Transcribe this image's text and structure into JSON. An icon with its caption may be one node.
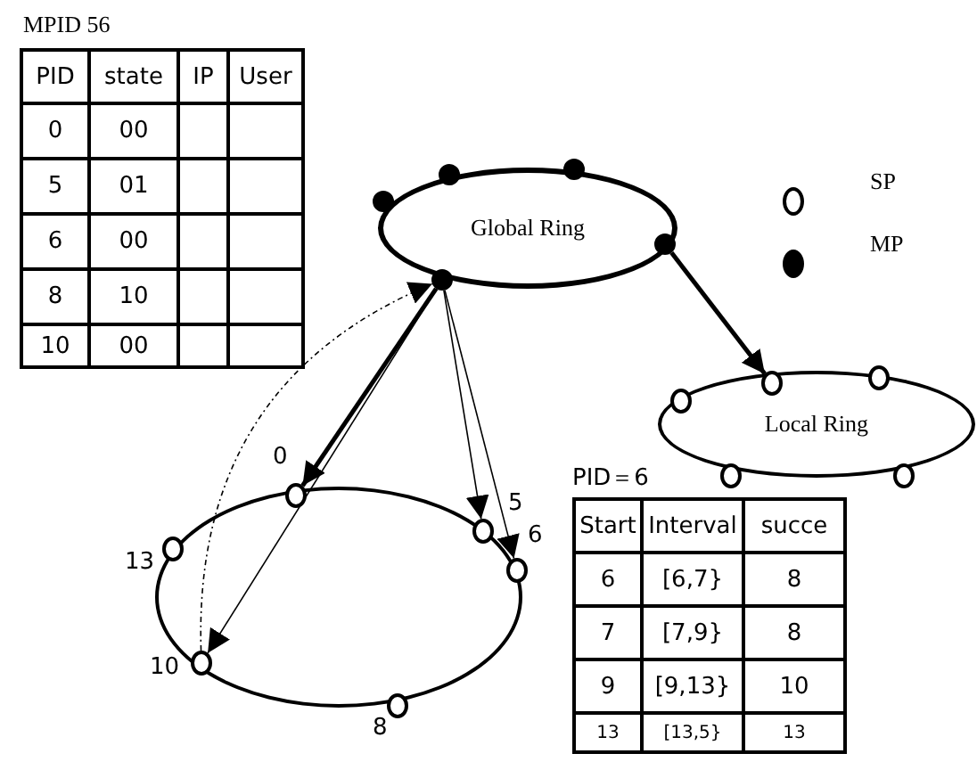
{
  "diagram": {
    "nodes": [
      {
        "text": [
          "Global Ring"
        ]
      },
      {
        "text": [],
        "shape": "circle",
        "in": 0
      },
      {
        "text": [],
        "shape": "circle",
        "in": 0
      },
      {
        "text": [],
        "shape": "circle",
        "in": 0
      },
      {
        "text": [],
        "shape": "circle",
        "in": 0
      },
      {
        "text": [],
        "shape": "circle",
        "in": 0
      },
      {
        "text": [
          "Local Ring"
        ]
      },
      {
        "text": [],
        "shape": "circle",
        "in": 6
      },
      {
        "text": [],
        "shape": "circle",
        "in": 6
      },
      {
        "text": [],
        "shape": "circle",
        "in": 6
      },
      {
        "text": [],
        "shape": "circle",
        "in": 6
      },
      {
        "text": [],
        "shape": "circle",
        "in": 6
      },
      {
        "text": [],
        "shape": "ellipse"
      },
      {
        "text": [],
        "shape": "circle",
        "in": 12,
        "beside": [
          "13"
        ]
      },
      {
        "text": [],
        "shape": "circle",
        "in": 12,
        "beside": [
          "10"
        ]
      },
      {
        "text": [],
        "shape": "circle",
        "in": 12,
        "beside": [
          "0"
        ]
      },
      {
        "text": [],
        "shape": "circle",
        "in": 12,
        "beside": [
          "8"
        ]
      },
      {
        "text": [],
        "shape": "circle",
        "in": 12,
        "beside": [
          "5"
        ]
      },
      {
        "text": [],
        "shape": "circle",
        "in": 12,
        "beside": [
          "6"
        ]
      }
    ],
    "edges": [
      {
        "from": 5,
        "to": 9,
        "arrow": "to",
        "style": "thick"
      },
      {
        "from": 2,
        "to": 15,
        "arrow": "to",
        "style": "thick"
      },
      {
        "from": 2,
        "to": 14,
        "arrow": "to"
      },
      {
        "from": 2,
        "to": 17,
        "arrow": "to"
      },
      {
        "from": 2,
        "to": 18,
        "arrow": "to"
      },
      {
        "from": 14,
        "to": 2,
        "arrow": "to",
        "style": "dashed"
      }
    ],
    "labels": [
      "MPID 56",
      "PID",
      "state",
      "IP",
      "User",
      "0",
      "00",
      "5",
      "01",
      "6",
      "00",
      "8",
      "10",
      "10",
      "00",
      "PID＝6",
      "Start",
      "Interval",
      "succe",
      "6",
      "[6,7}",
      "8",
      "7",
      "[7,9}",
      "8",
      "9",
      "[9,13}",
      "10",
      "13",
      "[13,5}",
      "13"
    ],
    "legend": [
      {
        "text": "SP"
      },
      {
        "text": "MP"
      }
    ]
  }
}
